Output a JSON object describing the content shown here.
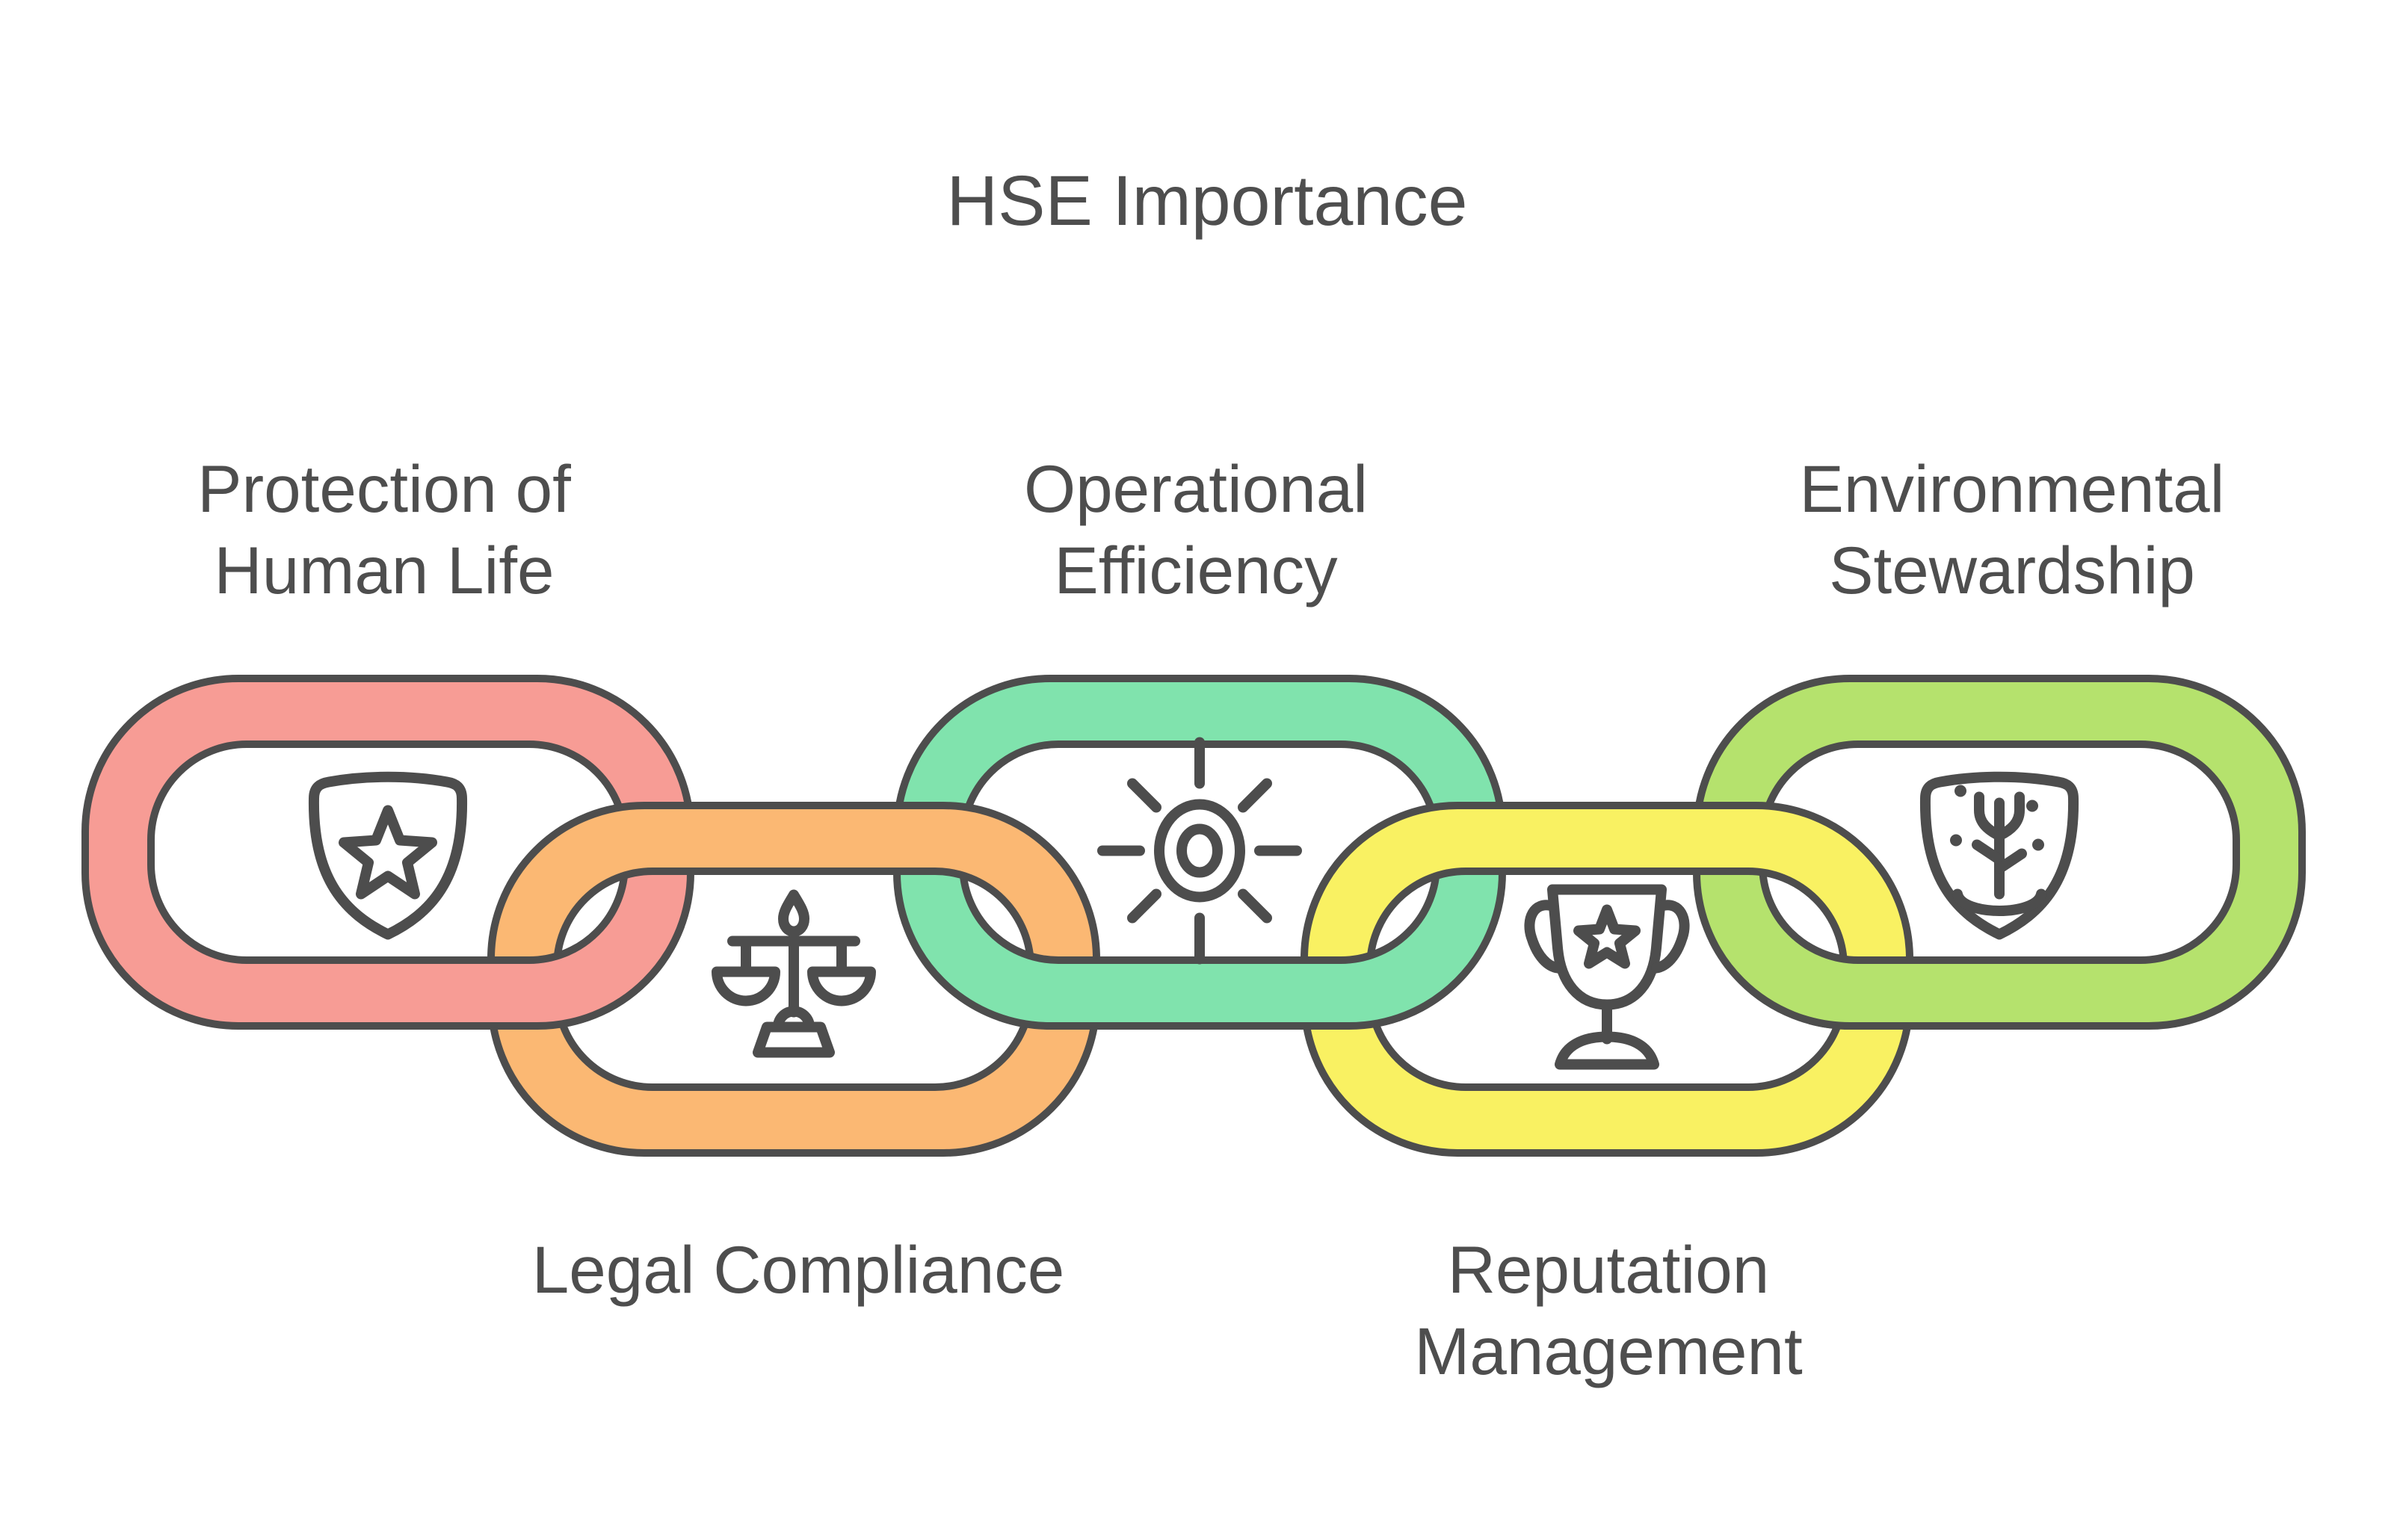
{
  "title": "HSE Importance",
  "colors": {
    "outline": "#4d4d4d",
    "text": "#4e4e4e",
    "background": "#ffffff"
  },
  "links": [
    {
      "id": "protection",
      "color": "#f79c95",
      "icon": "shield-star-icon",
      "label_lines": [
        "Protection of",
        "Human Life"
      ]
    },
    {
      "id": "legal",
      "color": "#fbb873",
      "icon": "scales-icon",
      "label_lines": [
        "Legal Compliance"
      ]
    },
    {
      "id": "operational",
      "color": "#80e3ad",
      "icon": "sun-icon",
      "label_lines": [
        "Operational",
        "Efficiency"
      ]
    },
    {
      "id": "reputation",
      "color": "#f9f162",
      "icon": "trophy-icon",
      "label_lines": [
        "Reputation",
        "Management"
      ]
    },
    {
      "id": "environmental",
      "color": "#b5e26d",
      "icon": "shield-tree-icon",
      "label_lines": [
        "Environmental",
        "Stewardship"
      ]
    }
  ]
}
